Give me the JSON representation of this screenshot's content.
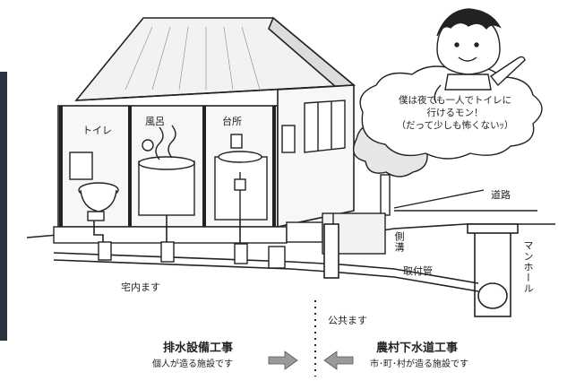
{
  "rooms": {
    "toilet": "トイレ",
    "bath": "風呂",
    "kitchen": "台所"
  },
  "speech_bubble": {
    "line1": "僕は夜でも一人でトイレに",
    "line2": "行けるモン！",
    "line3": "（だって少しも怖くないｯ）"
  },
  "labels": {
    "road": "道路",
    "side_ditch": "側溝",
    "manhole": "マンホール",
    "connection_pipe": "取付管",
    "private_basin": "宅内ます",
    "public_basin": "公共ます"
  },
  "footer": {
    "left_title": "排水設備工事",
    "left_sub": "個人が造る施設です",
    "right_title": "農村下水道工事",
    "right_sub": "市･町･村が造る施設です"
  },
  "colors": {
    "line": "#222222",
    "tree_fill": "#e6e6e6",
    "wall_fill": "#f7f7f7",
    "arrow_fill": "#9a9a9a",
    "side_bar": "#2b3340"
  }
}
